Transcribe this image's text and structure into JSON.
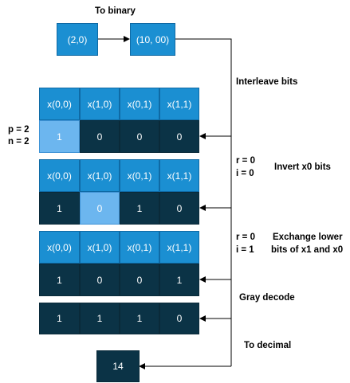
{
  "title_to_binary": "To binary",
  "input_box": "(2,0)",
  "binary_box": "(10, 00)",
  "interleave_label": "Interleave bits",
  "params": {
    "p": "p = 2",
    "n": "n = 2"
  },
  "headers": [
    "x(0,0)",
    "x(1,0)",
    "x(0,1)",
    "x(1,1)"
  ],
  "row1": [
    "1",
    "0",
    "0",
    "0"
  ],
  "step1": {
    "r": "r = 0",
    "i": "i = 0",
    "label": "Invert x0 bits"
  },
  "row2": [
    "1",
    "0",
    "1",
    "0"
  ],
  "step2": {
    "r": "r = 0",
    "i": "i = 1",
    "label_line1": "Exchange lower",
    "label_line2": "bits of x1 and x0"
  },
  "row3": [
    "1",
    "0",
    "0",
    "1"
  ],
  "gray_label": "Gray decode",
  "row4": [
    "1",
    "1",
    "1",
    "0"
  ],
  "decimal_label": "To decimal",
  "result": "14",
  "colors": {
    "header": "#1b8fd2",
    "cell": "#0b3346",
    "highlight": "#6cb6ef"
  }
}
